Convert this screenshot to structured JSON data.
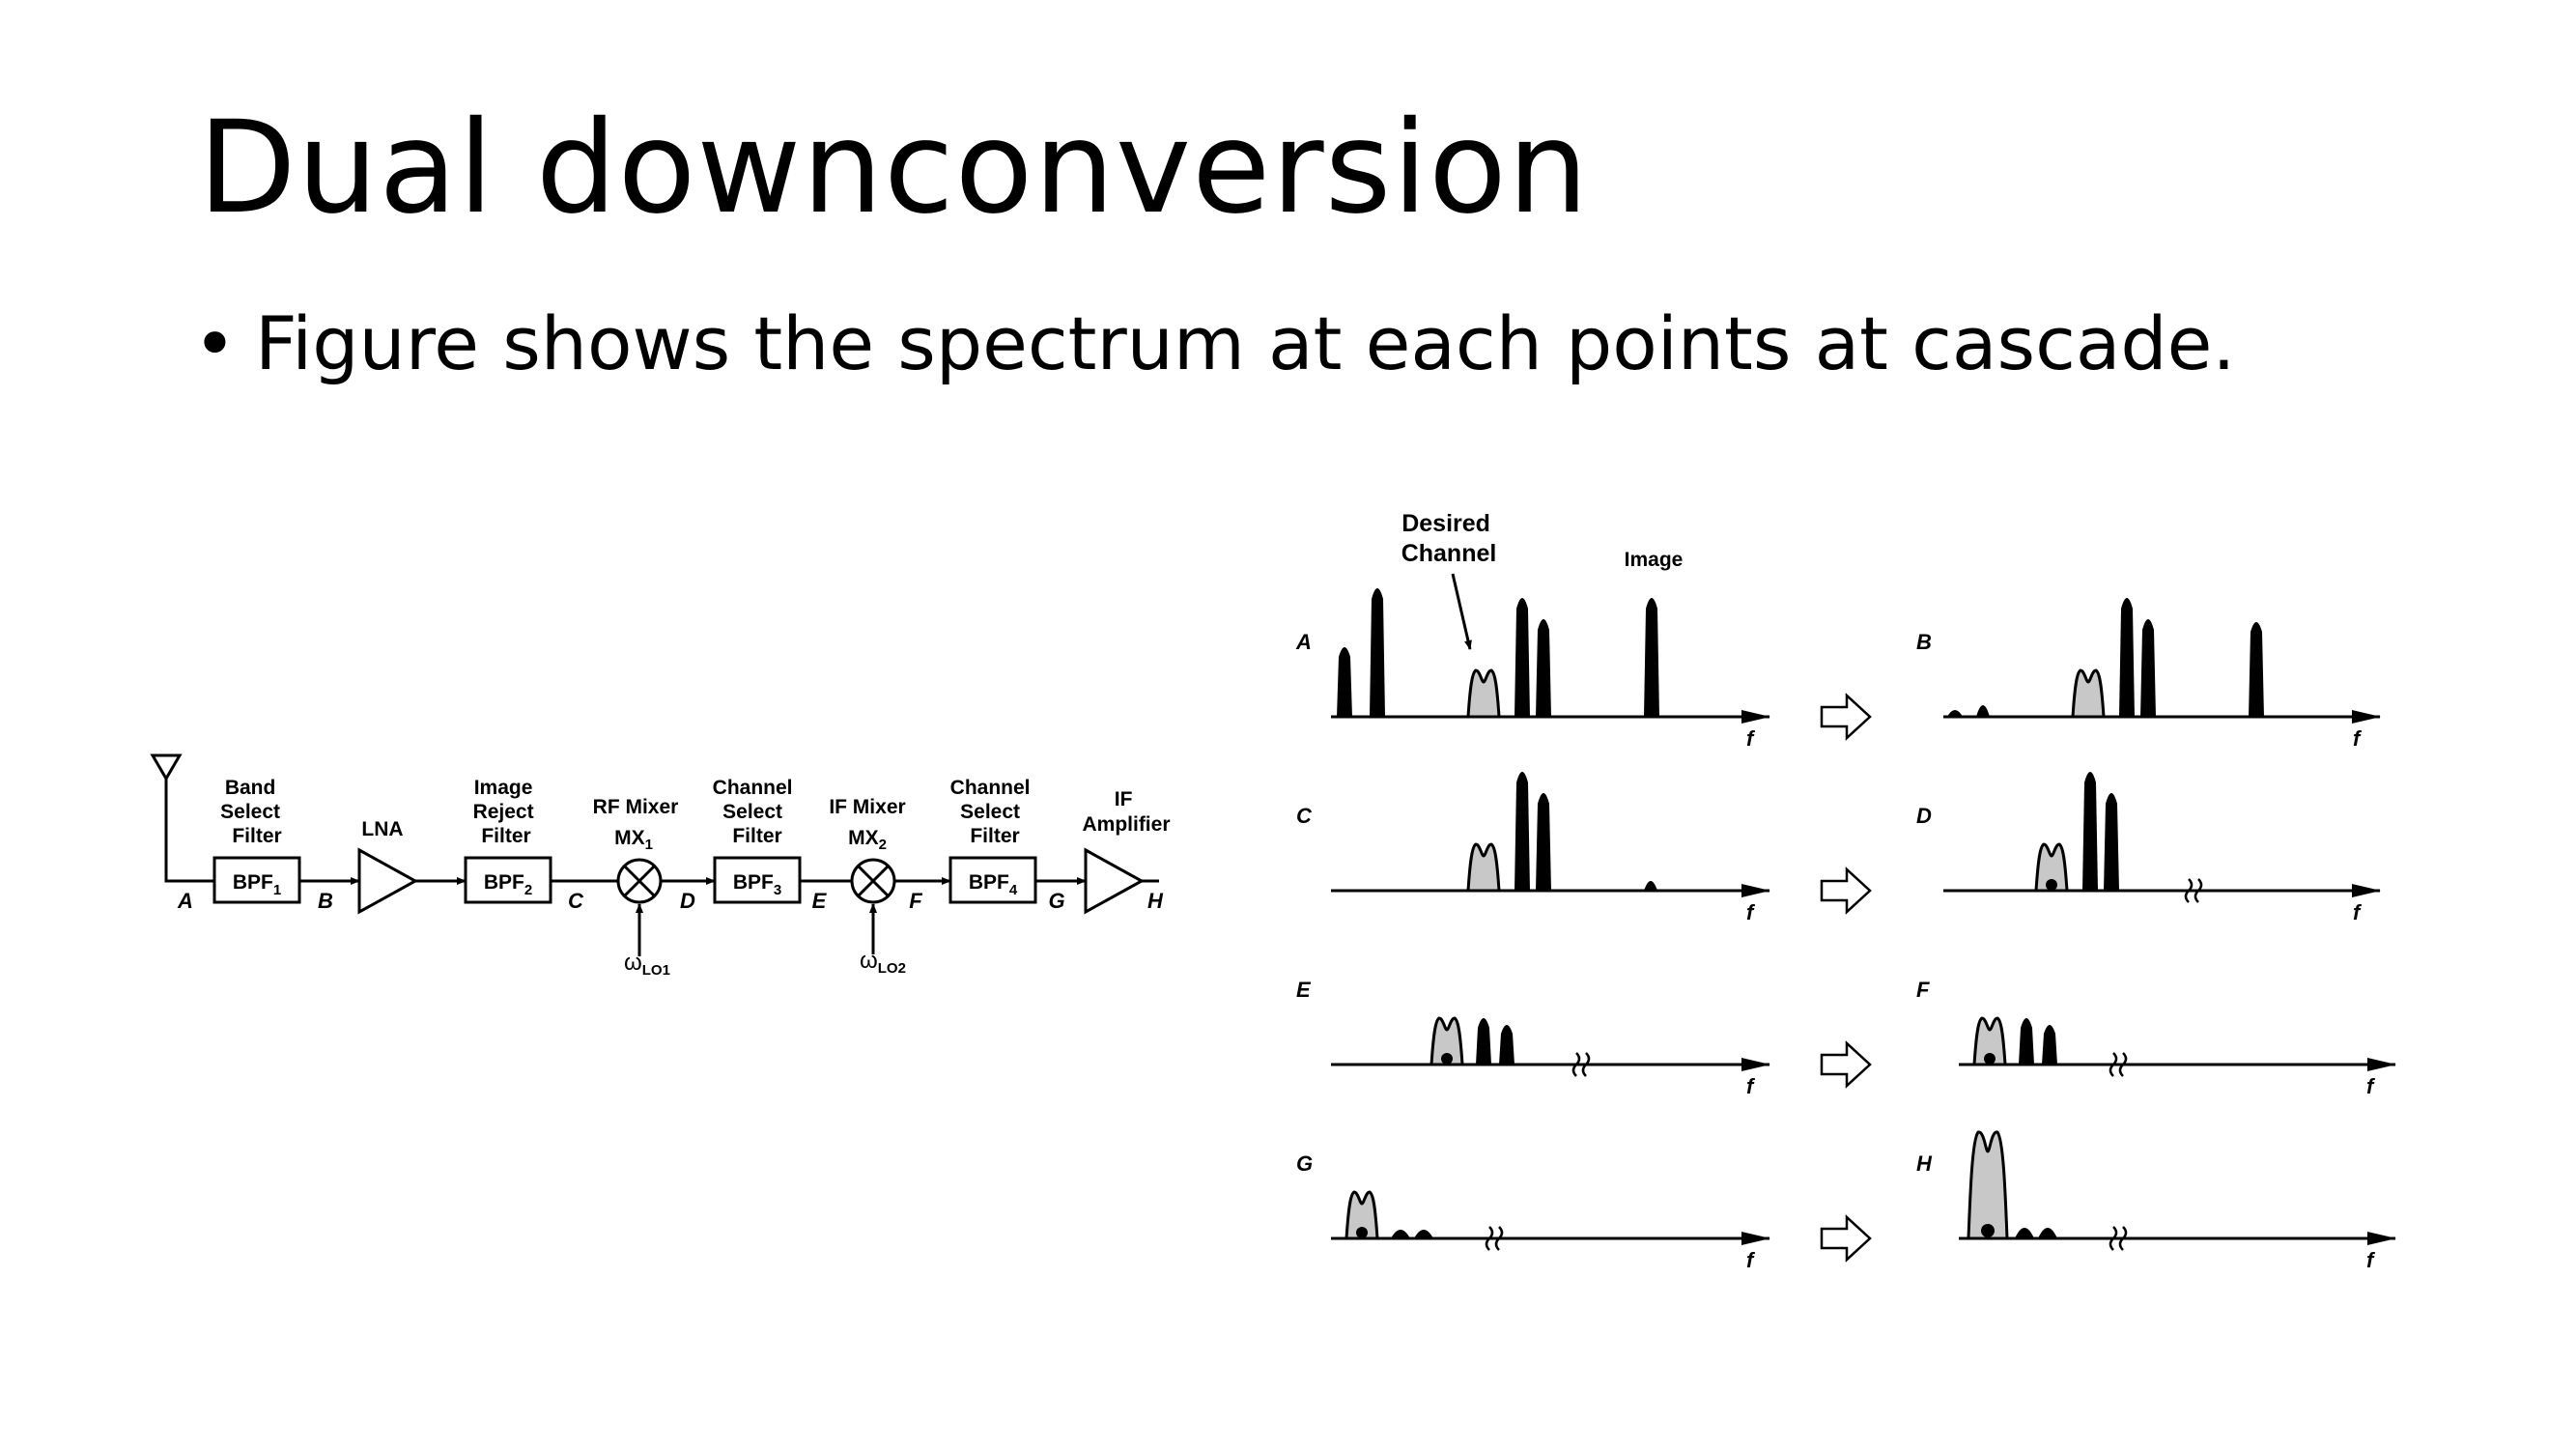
{
  "slide": {
    "title": "Dual downconversion",
    "bullet": "Figure shows the spectrum at each points at cascade."
  },
  "block_diagram": {
    "stages": {
      "band_select": [
        "Band",
        "Select",
        "Filter"
      ],
      "lna": "LNA",
      "image_reject": [
        "Image",
        "Reject",
        "Filter"
      ],
      "rf_mixer": "RF Mixer",
      "channel_select_1": [
        "Channel",
        "Select",
        "Filter"
      ],
      "if_mixer": "IF Mixer",
      "channel_select_2": [
        "Channel",
        "Select",
        "Filter"
      ],
      "if_amplifier": [
        "IF",
        "Amplifier"
      ]
    },
    "blocks": {
      "bpf1": {
        "base": "BPF",
        "sub": "1"
      },
      "bpf2": {
        "base": "BPF",
        "sub": "2"
      },
      "bpf3": {
        "base": "BPF",
        "sub": "3"
      },
      "bpf4": {
        "base": "BPF",
        "sub": "4"
      },
      "mx1": {
        "base": "MX",
        "sub": "1"
      },
      "mx2": {
        "base": "MX",
        "sub": "2"
      },
      "lo1": {
        "base": "ω",
        "sub": "LO1"
      },
      "lo2": {
        "base": "ω",
        "sub": "LO2"
      }
    },
    "nodes": [
      "A",
      "B",
      "C",
      "D",
      "E",
      "F",
      "G",
      "H"
    ]
  },
  "spectra": {
    "desired_channel": [
      "Desired",
      "Channel"
    ],
    "image": "Image",
    "axis_label": "f",
    "panels": [
      "A",
      "B",
      "C",
      "D",
      "E",
      "F",
      "G",
      "H"
    ]
  }
}
